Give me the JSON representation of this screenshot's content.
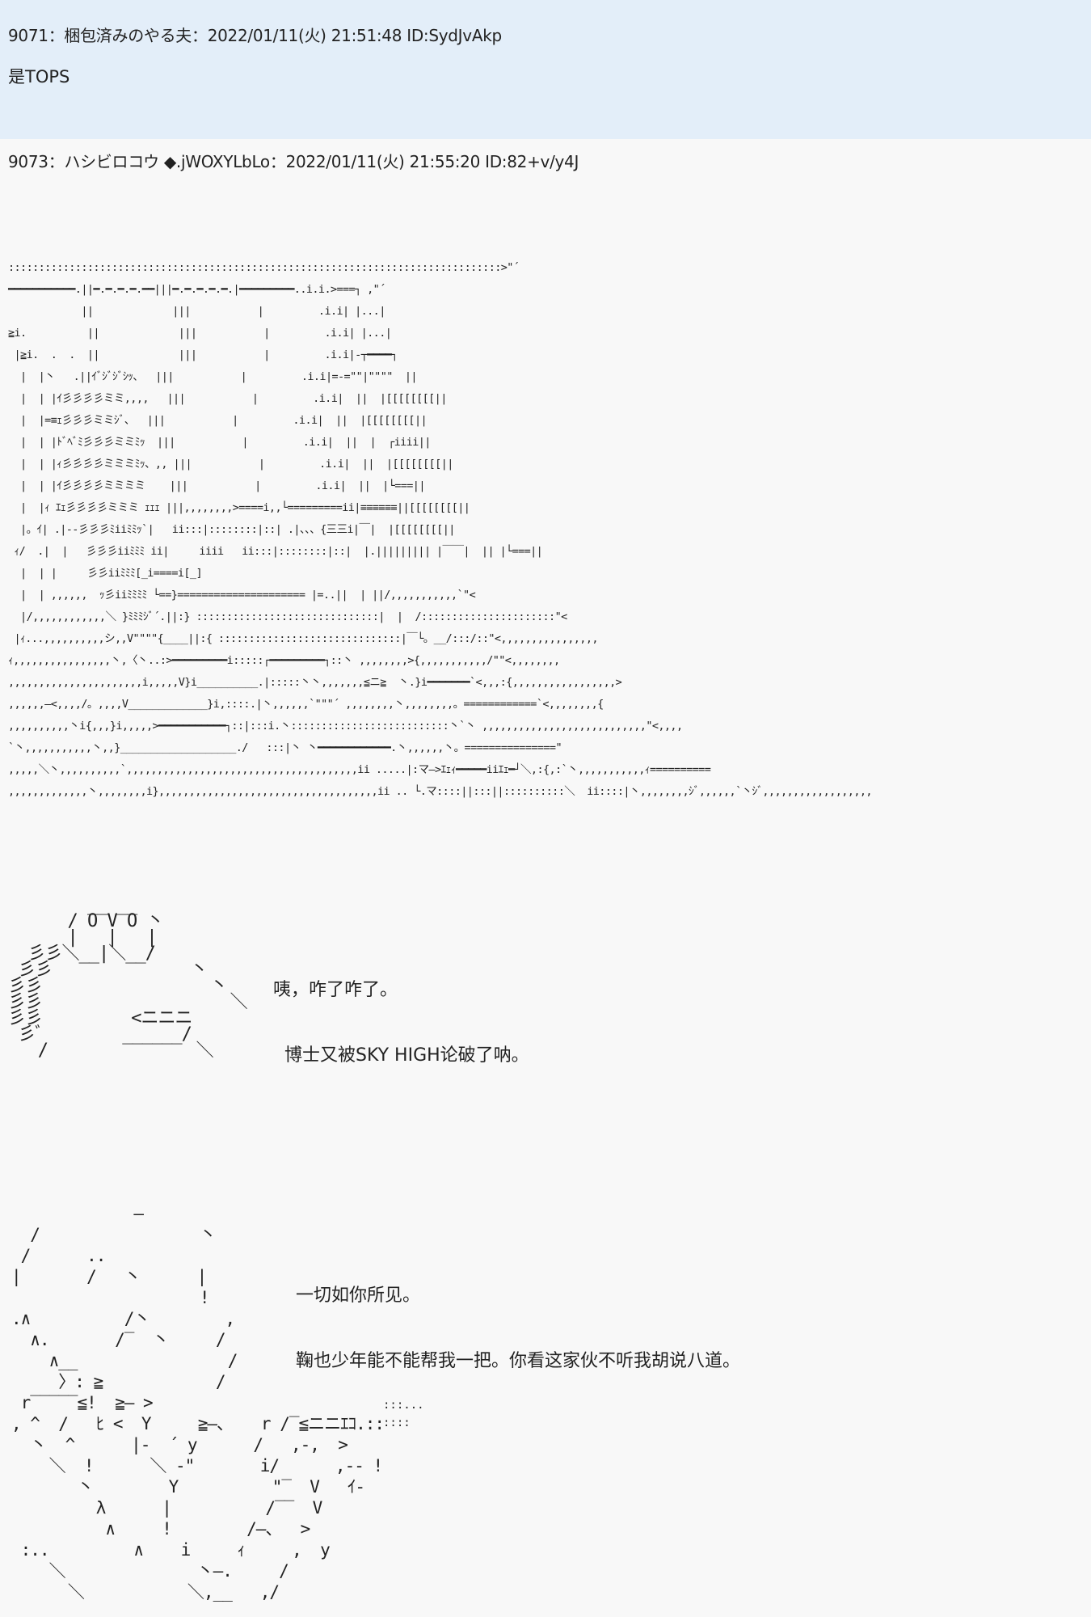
{
  "posts": [
    {
      "header": "9071：梱包済みのやる夫：2022/01/11(火) 21:51:48 ID:SydJvAkp",
      "body": "是TOPS"
    },
    {
      "header": "9073：ハシビロコウ ◆.jWOXYLbLo：2022/01/11(火) 21:55:20 ID:82+v/y4J",
      "art_room": ":::::::::::::::::::::::::::::::::::::::::::::::::::::::::::::::::::::::::::::::::>\"´\n━━━━━━━━━━━.||━.━.━.━.━━|||━.━.━.━.━.|━━━━━━━━━..i.i.>===┐ ,\"´\n            ||             |||           |         .i.i| |...|\n≧i.          ||             |||           |         .i.i| |...|\n |≧i.  .  .  ||             |||           |         .i.i|-┬━━━━┐\n  |  |丶   .||ｲﾞｼﾞｼﾞｼｯ、  |||           |         .i.i|=-=\"\"|\"\"\"\"  ||\n  |  | |ｲ彡彡彡彡ミミ,,,,   |||           |         .i.i|  ||  |[[[[[[[[||\n  |  |=≡ｪ彡彡彡ミミｼﾞ、  |||           |         .i.i|  ||  |[[[[[[[[||\n  |  | |ﾄﾞﾍﾞﾐ彡彡彡ミミﾐｯ  |||           |         .i.i|  ||  |  ┌iiii||\n  |  | |ｨ彡彡彡彡ミミミﾐｯ、,, |||           |         .i.i|  ||  |[[[[[[[[||\n  |  | |ｲ彡彡彡彡ミミミミ    |||           |         .i.i|  ||  |└===||\n  |  |ｨ ｴｪ彡彡彡彡ミミミ ｪｪｪ |||,,,,,,,,>====i,,└=========ii|≡≡≡≡≡≡||[[[[[[[[||\n  |。ｲ| .|--彡彡彡ﾐiiﾐﾐｯ`|   ii:::|::::::::|::| .|、、、{三三i|￣|  |[[[[[[[[||\n ｨ/  .|  |   彡彡彡iiﾐﾐﾐ ii|     iiii   ii:::|::::::::|::|  |.||||||||| |￣￣|  || |└===||\n  |  | |     彡彡iiﾐﾐﾐ[_i====i[_]\n  |  | ,,,,,,  ｯ彡iiﾐﾐﾐﾐ └==}===================== |=..||  | ||/,,,,,,,,,,,`\"<\n  |/,,,,,,,,,,,,＼ }ﾐﾐﾐｼﾞ´.||:} ::::::::::::::::::::::::::::::|  |  /::::::::::::::::::::::\"<\n |ｨ...,,,,,,,,,,シ,,V\"\"\"\"{____||:{ ::::::::::::::::::::::::::::::|￣└。__/:::/::\"<,,,,,,,,,,,,,,,,\nｨ,,,,,,,,,,,,,,,,丶,〈丶..:>━━━━━━━━━i:::::┌━━━━━━━━━┐::丶 ,,,,,,,,>{,,,,,,,,,,,/\"\"<,,,,,,,,\n,,,,,,,,,,,,,,,,,,,,,,i,,,,,V}i__________.|:::::丶丶,,,,,,,≦ニ≧  丶.}i━━━━━━━`<,,,:{,,,,,,,,,,,,,,,,,>\n,,,,,,—<,,,,/。,,,,V_____________}i,::::.|丶,,,,,,`\"\"\"´ ,,,,,,,,丶,,,,,,,,。============`<,,,,,,,,{\n,,,,,,,,,,丶i{,,,}i,,,,,>━━━━━━━━━━━┐::|:::i.丶::::::::::::::::::::::::::丶`丶 ,,,,,,,,,,,,,,,,,,,,,,,,,,,\"<,,,,\n`丶,,,,,,,,,,,丶,,}___________________./   :::|丶 丶━━━━━━━━━━━━.丶,,,,,,丶。===============\"\n,,,,,＼丶,,,,,,,,,,`,,,,,,,,,,,,,,,,,,,,,,,,,,,,,,,,,,,,,,ii .....|:マ—>ｴｪｨ━━━━━iiｴｪ━┘＼,:{,:`丶,,,,,,,,,,,ｨ==========\n,,,,,,,,,,,,,丶,,,,,,,,i},,,,,,,,,,,,,,,,,,,,,,,,,,,,,,,,,,,,ii .. └.マ::::||:::||::::::::::＼  ii::::|丶,,,,,,,,ｼﾞ,,,,,,`丶ｼﾞ,,,,,,,,,,,,,,,,,,",
      "art_char1": "        __ __\n      / O V O 丶\n      |   |   |\n  彡彡＼__|＼__/\n 彡彡              丶\n彡彡                 丶\n彡彡                   ＼\n彡彡         <ニニニ\n 彡ﾞ        ______/\n   /               ＼",
      "line1": "咦，咋了咋了。",
      "line2": "博士又被SKY HIGH论破了呐。",
      "art_char2": "             —\n  /                 丶\n /      ..\n|       /   丶      |\n                    !\n.∧          /丶        ,\n  ∧.       /‾  丶     /\n    ∧__                /\n     〉: ≧            /\n r‾‾‾‾‾≦!  ≧— >\n, ^  /   ﾋ <  Y     ≧—、   r /‾≦ニニｴｺ.::\n  丶  ^      |-  ´ y      /   ,-,  >\n    ＼  !      ＼ -\"       i/      ,-- !\n       丶        Y          \"‾  V   ｲ-\n         λ      |          /‾‾  V\n          ∧     !        /—、  >\n :..         ∧    i     ｨ     ,  y\n    ＼              丶—.     /\n      ＼           ＼,__   ,/",
      "line3": "一切如你所见。",
      "line4": "鞠也少年能不能帮我一把。你看这家伙不听我胡说八道。",
      "dots": ":::...\n::::"
    }
  ]
}
